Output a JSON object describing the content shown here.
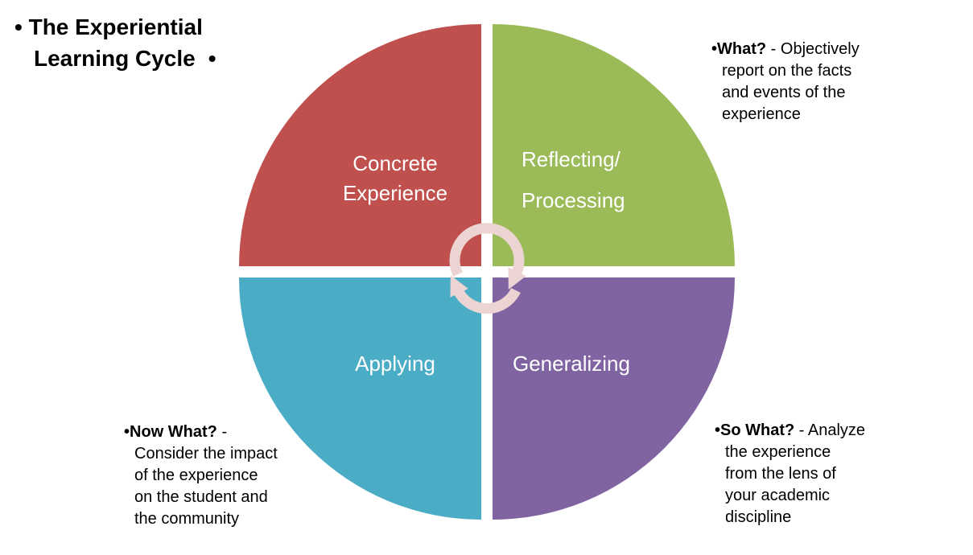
{
  "title": {
    "bullet": "•",
    "line1": "The Experiential",
    "line2": "Learning Cycle",
    "trailing_bullet": "•"
  },
  "quadrants": {
    "concrete": {
      "line1": "Concrete",
      "line2": "Experience",
      "color": "#C0504D"
    },
    "reflecting": {
      "line1": "Reflecting/",
      "line2": "Processing",
      "color": "#9BBB59"
    },
    "applying": {
      "label": "Applying",
      "color": "#4BACC6"
    },
    "generalizing": {
      "label": "Generalizing",
      "color": "#8064A2"
    }
  },
  "annotations": {
    "what": {
      "bullet": "•",
      "term": "What?",
      "separator": " - ",
      "text": "Objectively\nreport on the facts\nand events of the\nexperience"
    },
    "now_what": {
      "bullet": "•",
      "term": "Now What?",
      "separator": " - ",
      "text": "\nConsider the impact\nof the experience\non the student and\nthe community"
    },
    "so_what": {
      "bullet": "•",
      "term": "So What?",
      "separator": " - ",
      "text": "Analyze\nthe experience\nfrom the lens of\nyour academic\ndiscipline"
    }
  },
  "icons": {
    "cycle_arrows": "circular-cycle-refresh-arrows"
  },
  "colors": {
    "concrete_red": "#C0504D",
    "reflecting_green": "#9BBB59",
    "applying_teal": "#4BACC6",
    "generalizing_purple": "#8064A2",
    "arrow_pink": "#ECD4D2",
    "quadrant_text": "#FFFFFF",
    "annotation_text": "#000000",
    "background": "#FFFFFF"
  }
}
